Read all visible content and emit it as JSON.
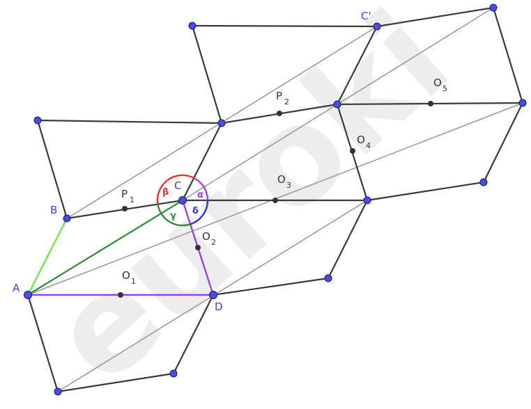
{
  "points": {
    "A": "A",
    "B": "B",
    "C": "C",
    "D": "D",
    "Cprime": "C'",
    "P1": {
      "main": "P",
      "sub": "1"
    },
    "P2": {
      "main": "P",
      "sub": "2"
    },
    "O1": {
      "main": "O",
      "sub": "1"
    },
    "O2": {
      "main": "O",
      "sub": "2"
    },
    "O3": {
      "main": "O",
      "sub": "3"
    },
    "O4": {
      "main": "O",
      "sub": "4"
    },
    "O5": {
      "main": "O",
      "sub": "5"
    }
  },
  "angles": {
    "alpha": "α",
    "beta": "β",
    "gamma": "γ",
    "delta": "δ"
  },
  "watermark": "euroki",
  "colors": {
    "edge": "#3a3a3a",
    "diagonal": "#9a9a9a",
    "vertex": "#4a4ae8",
    "midpoint": "#333333",
    "green_light": "#66ee44",
    "green_dark": "#2e8b3a",
    "purple": "#9b40e8",
    "angle_alpha": "#9b40e8",
    "angle_beta": "#e83030",
    "angle_gamma": "#2e8b3a",
    "angle_delta": "#3030e0"
  }
}
